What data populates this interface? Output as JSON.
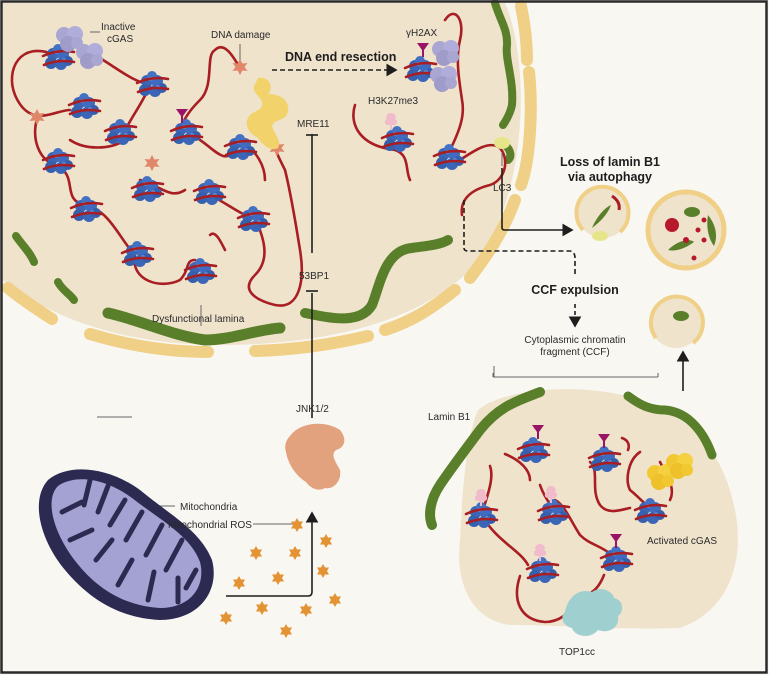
{
  "figure": {
    "type": "graphical-abstract",
    "colors": {
      "background": "#f9f7f2",
      "nucleus": "#efe3cc",
      "nuclear_envelope": "#f0cf86",
      "lamina": "#5a7f2a",
      "dna": "#a81e22",
      "histone": "#3b66b8",
      "damage": "#e0876a",
      "gamma_h2ax_mark": "#9a1466",
      "h3k27me3_mark": "#f0bccb",
      "inactive_cgas": "#a9a6d2",
      "activated_cgas": "#f2c832",
      "mre11": "#f2d26a",
      "jnk": "#e3a27e",
      "mitochondria_outer": "#2d2a52",
      "mitochondria_inner": "#a4a2d2",
      "ros": "#e39234",
      "top1cc": "#9fcfcf",
      "lc3": "#e6e58a"
    }
  },
  "labels": {
    "inactive_cgas": [
      "Inactive",
      "cGAS"
    ],
    "dna_damage": "DNA damage",
    "dna_end_resection": "DNA end resection",
    "gamma_h2ax": "γH2AX",
    "h3k27me3": "H3K27me3",
    "mre11": "MRE11",
    "lc3": "LC3",
    "loss_of_lamin_b1": [
      "Loss of lamin B1",
      "via autophagy"
    ],
    "ccf_expulsion": "CCF expulsion",
    "ccf": [
      "Cytoplasmic chromatin",
      "fragment (CCF)"
    ],
    "bp53": "53BP1",
    "dysfunctional_lamina": "Dysfunctional lamina",
    "jnk": "JNK1/2",
    "mitochondria": "Mitochondria",
    "mitochondrial_ros": "Mitochondrial ROS",
    "lamin_b1": "Lamin B1",
    "activated_cgas": "Activated cGAS",
    "top1cc": "TOP1cc"
  }
}
